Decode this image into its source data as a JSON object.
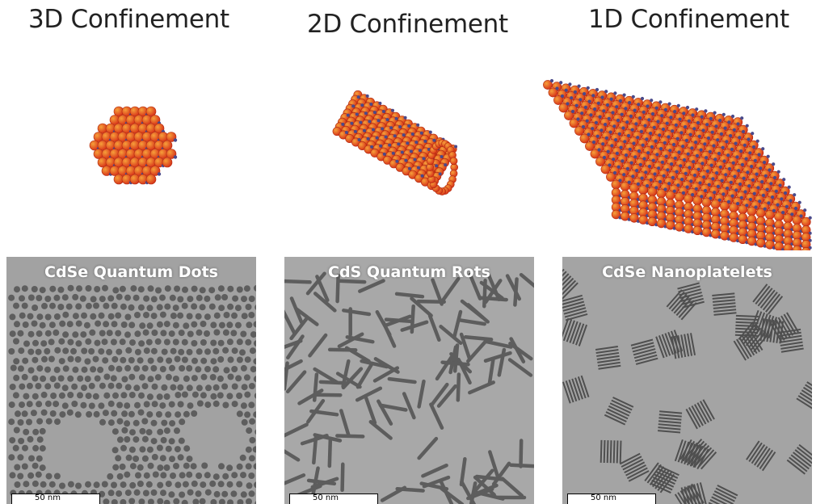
{
  "titles": {
    "col1": "3D Confinement",
    "col2": "2D Confinement",
    "col3": "1D Confinement"
  },
  "panels": {
    "dots": {
      "label": "CdSe Quantum Dots",
      "scale": "50 nm"
    },
    "rods": {
      "label": "CdS Quantum Rots",
      "scale": "50 nm"
    },
    "platelets": {
      "label": "CdSe Nanoplatelets",
      "scale": "50 nm"
    }
  },
  "colors": {
    "atom_main": "#e8451e",
    "atom_highlight": "#f6a03a",
    "atom_small": "#4a4a8a",
    "tem_background": "#a2a2a2",
    "tem_particle": "#5e5e5e"
  }
}
